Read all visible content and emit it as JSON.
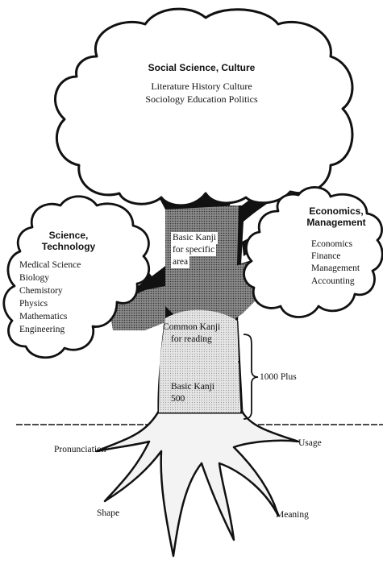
{
  "crown": {
    "title": "Social Science, Culture",
    "line1": "Literature History Culture",
    "line2": "Sociology Education Politics"
  },
  "left_branch": {
    "title_line1": "Science,",
    "title_line2": "Technology",
    "items": [
      "Medical Science",
      "Biology",
      "Chemistory",
      "Physics",
      "Mathematics",
      "Engineering"
    ]
  },
  "right_branch": {
    "title_line1": "Economics,",
    "title_line2": "Management",
    "items": [
      "Economics",
      "Finance",
      "Management",
      "Accounting"
    ]
  },
  "trunk": {
    "specific_line1": "Basic Kanji",
    "specific_line2": "for specific",
    "specific_line3": "area",
    "common_line1": "Common Kanji",
    "common_line2": "for reading",
    "basic_line1": "Basic Kanji",
    "basic_line2": "500",
    "bracket_label": "1000 Plus"
  },
  "roots": {
    "pronunciation": "Pronunciation",
    "usage": "Usage",
    "shape": "Shape",
    "meaning": "Meaning"
  }
}
